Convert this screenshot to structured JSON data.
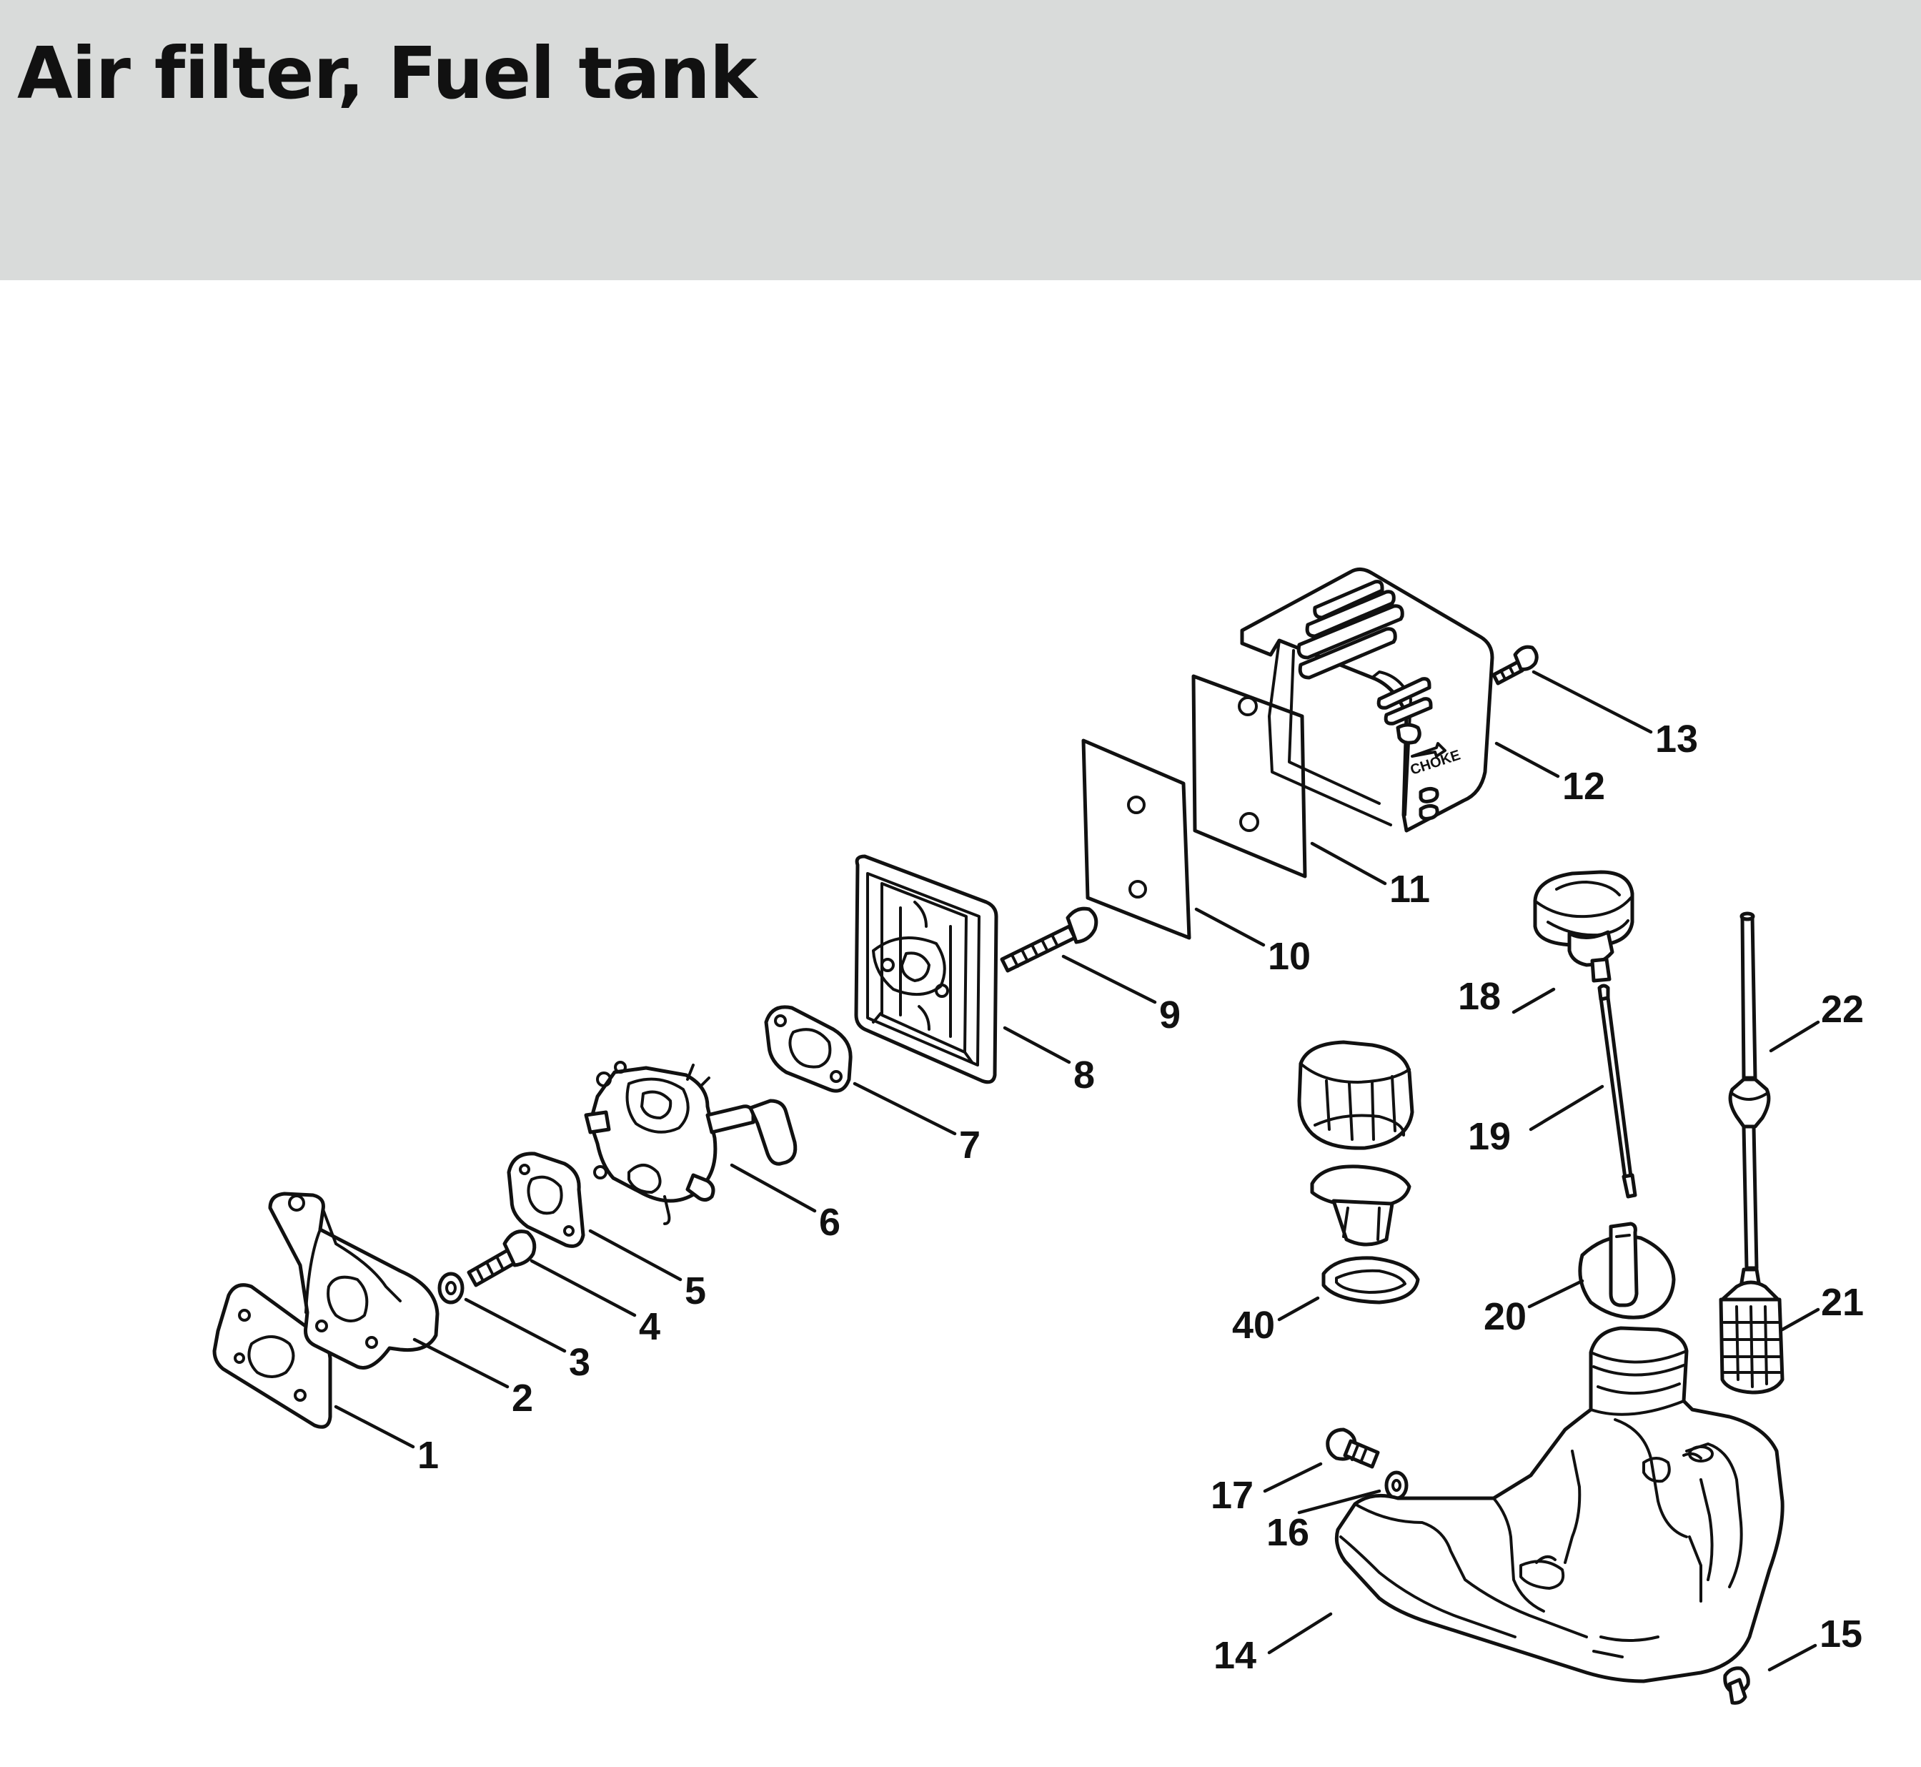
{
  "title": "Air filter, Fuel tank",
  "colors": {
    "header_background": "#d9dbda",
    "line_art": "#111111",
    "background": "#ffffff"
  },
  "parts": [
    {
      "key": "p1",
      "label": "1"
    },
    {
      "key": "p2",
      "label": "2"
    },
    {
      "key": "p3",
      "label": "3"
    },
    {
      "key": "p4",
      "label": "4"
    },
    {
      "key": "p5",
      "label": "5"
    },
    {
      "key": "p6",
      "label": "6"
    },
    {
      "key": "p7",
      "label": "7"
    },
    {
      "key": "p8",
      "label": "8"
    },
    {
      "key": "p9",
      "label": "9"
    },
    {
      "key": "p10",
      "label": "10"
    },
    {
      "key": "p11",
      "label": "11"
    },
    {
      "key": "p12",
      "label": "12"
    },
    {
      "key": "p13",
      "label": "13"
    },
    {
      "key": "p14",
      "label": "14"
    },
    {
      "key": "p15",
      "label": "15"
    },
    {
      "key": "p16",
      "label": "16"
    },
    {
      "key": "p17",
      "label": "17"
    },
    {
      "key": "p18",
      "label": "18"
    },
    {
      "key": "p19",
      "label": "19"
    },
    {
      "key": "p20",
      "label": "20"
    },
    {
      "key": "p21",
      "label": "21"
    },
    {
      "key": "p22",
      "label": "22"
    },
    {
      "key": "p40",
      "label": "40"
    }
  ],
  "cover_text": "CHOKE"
}
